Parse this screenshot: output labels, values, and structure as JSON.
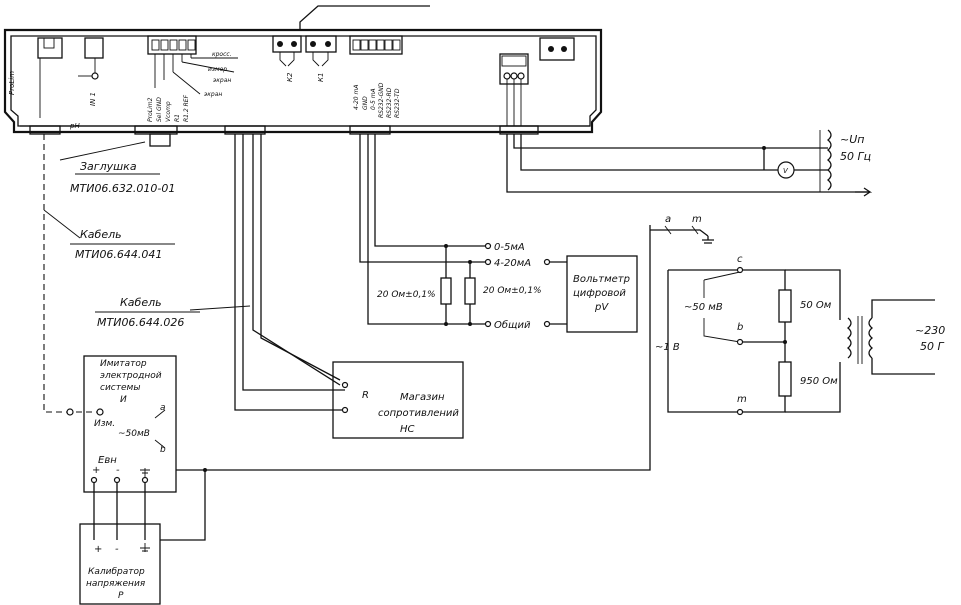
{
  "labels": {
    "supply_voltage": "~Uп",
    "supply_freq": "50 Гц",
    "plug_label": "Заглушка",
    "plug_code": "МТИ06.632.010-01",
    "cable1_label": "Кабель",
    "cable1_code": "МТИ06.644.041",
    "cable2_label": "Кабель",
    "cable2_code": "МТИ06.644.026",
    "out_0_5": "0-5мА",
    "out_4_20": "4-20мА",
    "out_common": "Общий",
    "resistor1": "20 Ом±0,1%",
    "resistor2": "20 Ом±0,1%",
    "voltmeter_l1": "Вольтметр",
    "voltmeter_l2": "цифровой",
    "voltmeter_l3": "pV",
    "magazine_l1": "Магазин",
    "magazine_l2": "сопротивлений",
    "magazine_l3": "НС",
    "magazine_r": "R",
    "simulator_l1": "Имитатор",
    "simulator_l2": "электродной",
    "simulator_l3": "системы",
    "simulator_l4": "И",
    "sim_izm": "Изм.",
    "sim_mv": "~50мВ",
    "sim_a": "a",
    "sim_b": "b",
    "sim_ebn": "Eвн",
    "sim_plus": "+",
    "sim_minus": "-",
    "calib_l1": "Калибратор",
    "calib_l2": "напряжения",
    "calib_l3": "Р",
    "calib_plus": "+",
    "calib_minus": "-",
    "div_50mv": "~50 мВ",
    "div_1v": "~1 В",
    "div_50ohm": "50 Ом",
    "div_950ohm": "950 Ом",
    "div_c": "c",
    "div_b": "b",
    "div_m": "m",
    "div_230": "~230",
    "div_50": "50 Г",
    "node_a": "a",
    "node_m": "m",
    "pH": "pH",
    "kross": "кросс.",
    "izmer": "измер.",
    "ekran1": "экран",
    "ekran2": "экран",
    "k1": "К1",
    "k2": "К2",
    "in1": "IN 1",
    "prolim": "ProLim",
    "term_labels": [
      "ProLim2",
      "Sel GND",
      "Vcomp",
      "R1",
      "R1.2 REF"
    ],
    "term_out_labels": [
      "4-20 mA",
      "GND",
      "0-5 mA",
      "RS232-GND",
      "RS232-RD",
      "RS232-TD"
    ],
    "v_circle": "V"
  }
}
